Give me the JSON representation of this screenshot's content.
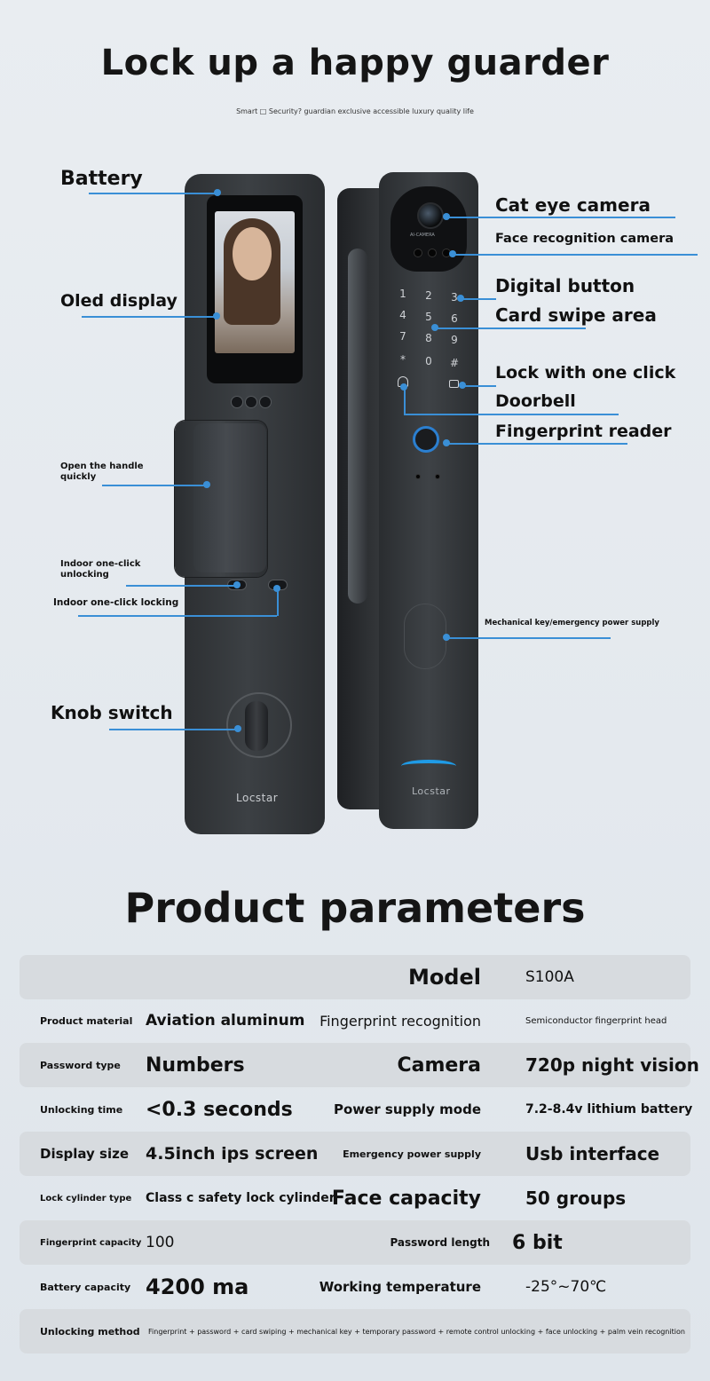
{
  "header": {
    "title": "Lock up a happy guarder",
    "subtitle": "Smart □ Security? guardian exclusive accessible luxury quality life"
  },
  "callouts": {
    "battery": "Battery",
    "oled_display": "Oled display",
    "open_handle": "Open the handle quickly",
    "indoor_unlock": "Indoor one-click unlocking",
    "indoor_lock": "Indoor one-click locking",
    "knob_switch": "Knob switch",
    "cat_eye": "Cat eye camera",
    "face_recognition": "Face recognition camera",
    "digital_button": "Digital button",
    "card_swipe": "Card swipe area",
    "lock_one_click": "Lock with one click",
    "doorbell": "Doorbell",
    "fingerprint_reader": "Fingerprint reader",
    "mechanical_key": "Mechanical key/emergency power supply"
  },
  "device": {
    "brand": "Locstar",
    "camera_text": "AI-CAMERA",
    "keys": [
      "1",
      "2",
      "3",
      "4",
      "5",
      "6",
      "7",
      "8",
      "9",
      "*",
      "0",
      "#"
    ]
  },
  "accent_color": "#3a8fd6",
  "params": {
    "title": "Product parameters",
    "rows": [
      {
        "l1": "",
        "v1": "",
        "l2": "Model",
        "v2": "S100A"
      },
      {
        "l1": "Product material",
        "v1": "Aviation aluminum",
        "l2": "Fingerprint recognition",
        "v2": "Semiconductor fingerprint head"
      },
      {
        "l1": "Password type",
        "v1": "Numbers",
        "l2": "Camera",
        "v2": "720p night vision"
      },
      {
        "l1": "Unlocking time",
        "v1": "<0.3 seconds",
        "l2": "Power supply mode",
        "v2": "7.2-8.4v lithium battery"
      },
      {
        "l1": "Display size",
        "v1": "4.5inch ips screen",
        "l2": "Emergency power supply",
        "v2": "Usb interface"
      },
      {
        "l1": "Lock cylinder type",
        "v1": "Class c safety lock cylinder",
        "l2": "Face capacity",
        "v2": "50 groups"
      },
      {
        "l1": "Fingerprint capacity",
        "v1": "100",
        "l2": "Password length",
        "v2": "6 bit"
      },
      {
        "l1": "Battery capacity",
        "v1": "4200 ma",
        "l2": "Working temperature",
        "v2": "-25°~70℃"
      },
      {
        "l1": "Unlocking method",
        "v1": "Fingerprint + password + card swiping + mechanical key + temporary password + remote control unlocking + face unlocking + palm vein recognition",
        "l2": "",
        "v2": ""
      }
    ]
  }
}
